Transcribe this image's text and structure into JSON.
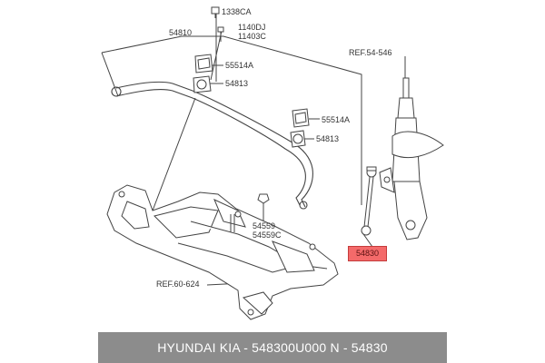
{
  "labels": {
    "bolt_top": "1338CA",
    "bolt_a": "1140DJ",
    "bolt_b": "11403C",
    "stabilizer_bar": "54810",
    "bushing_upper": "55514A",
    "bracket_upper": "54813",
    "bushing_lower": "55514A",
    "bracket_lower": "54813",
    "nut_a": "54559",
    "nut_b": "54559C",
    "strut_ref": "REF.54-546",
    "subframe_ref": "REF.60-624",
    "link_highlight": "54830"
  },
  "footer": {
    "text": "HYUNDAI  KIA - 548300U000     N - 54830"
  },
  "colors": {
    "line": "#444444",
    "highlight": "#f46a6a",
    "footer_bg": "#8c8c8c"
  }
}
